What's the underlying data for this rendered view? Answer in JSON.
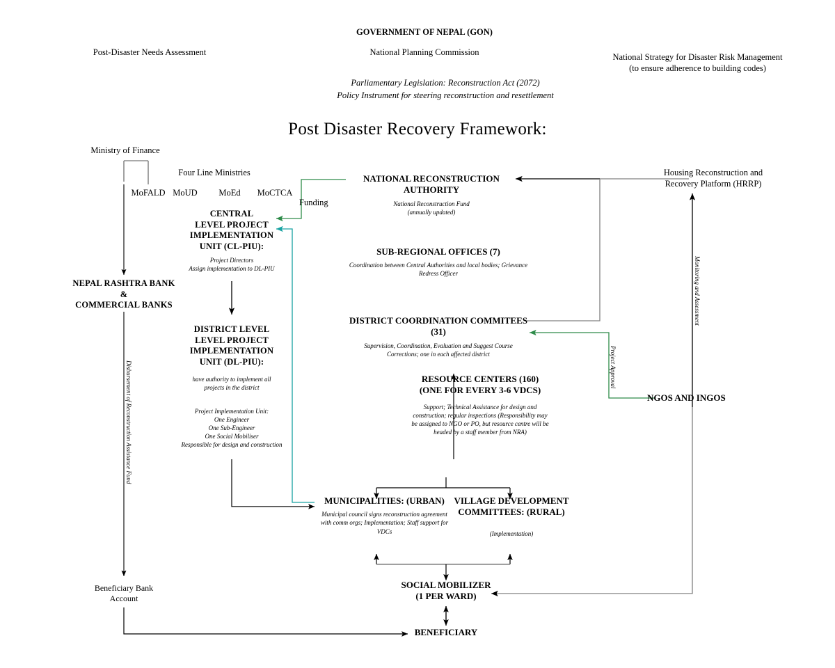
{
  "header": {
    "gon": "GOVERNMENT OF NEPAL (GON)",
    "npc": "National Planning Commission",
    "legislation_line1": "Parliamentary Legislation: Reconstruction Act (2072)",
    "legislation_line2": "Policy Instrument for steering reconstruction and resettlement",
    "pdna": "Post-Disaster Needs Assessment",
    "nsdrm_line1": "National Strategy for Disaster Risk Management",
    "nsdrm_line2": "(to ensure adherence to building codes)"
  },
  "title": "Post Disaster Recovery Framework:",
  "nodes": {
    "ministry_of_finance": {
      "label": "Ministry of Finance"
    },
    "four_line_ministries": {
      "label": "Four Line Ministries"
    },
    "ministries": [
      {
        "label": "MoFALD"
      },
      {
        "label": "MoUD"
      },
      {
        "label": "MoEd"
      },
      {
        "label": "MoCTCA"
      }
    ],
    "cl_piu": {
      "title_line1": "CENTRAL",
      "title_line2": "LEVEL PROJECT",
      "title_line3": "IMPLEMENTATION",
      "title_line4": "UNIT (CL-PIU):",
      "sub_line1": "Project Directors",
      "sub_line2": "Assign implementation to DL-PIU"
    },
    "funding": {
      "label": "Funding"
    },
    "nra": {
      "title_line1": "NATIONAL RECONSTRUCTION",
      "title_line2": "AUTHORITY",
      "sub_line1": "National Reconstruction Fund",
      "sub_line2": "(annually updated)"
    },
    "hrrp": {
      "line1": "Housing Reconstruction and",
      "line2": "Recovery Platform (HRRP)"
    },
    "sub_regional_offices": {
      "title": "SUB-REGIONAL OFFICES (7)",
      "sub_line1": "Coordination between Central Authorities and local bodies; Grievance",
      "sub_line2": "Redress Officer"
    },
    "nepal_rashtra_bank": {
      "line1": "NEPAL RASHTRA BANK",
      "line2": "&",
      "line3": "COMMERCIAL BANKS"
    },
    "dcc": {
      "title_line1": "DISTRICT COORDINATION COMMITEES",
      "title_line2": "(31)",
      "sub_line1": "Supervision, Coordination, Evaluation and Suggest Course",
      "sub_line2": "Corrections; one in each affected district"
    },
    "dl_piu": {
      "title_line1": "DISTRICT LEVEL",
      "title_line2": "LEVEL PROJECT",
      "title_line3": "IMPLEMENTATION",
      "title_line4": "UNIT (DL-PIU):",
      "sub_line1": "have authority to implement all",
      "sub_line2": "projects in the district",
      "piu_line1": "Project Implementation Unit:",
      "piu_line2": "One Engineer",
      "piu_line3": "One Sub-Engineer",
      "piu_line4": "One Social Mobiliser",
      "piu_line5": "Responsible for design and construction"
    },
    "resource_centers": {
      "title_line1": "RESOURCE CENTERS  (160)",
      "title_line2": "(ONE FOR EVERY 3-6 VDCS)",
      "sub_line1": "Support; Technical Assistance for design and",
      "sub_line2": "construction; regular inspections (Responsibility may",
      "sub_line3": "be assigned to NGO or PO, but resource centre will be",
      "sub_line4": "headed by a staff member from NRA)"
    },
    "ngos_ingos": {
      "label": "NGOS AND INGOS"
    },
    "municipalities": {
      "title": "MUNICIPALITIES: (URBAN)",
      "sub_line1": "Municipal council signs reconstruction agreement",
      "sub_line2": "with comm orgs; Implementation; Staff support for",
      "sub_line3": "VDCs"
    },
    "vdc": {
      "title_line1": "VILLAGE DEVELOPMENT",
      "title_line2": "COMMITTEES: (RURAL)",
      "sub_line1": "(Implementation)"
    },
    "beneficiary_bank_account": {
      "line1": "Beneficiary Bank",
      "line2": "Account"
    },
    "social_mobilizer": {
      "line1": "SOCIAL MOBILIZER",
      "line2": "(1 PER WARD)"
    },
    "beneficiary": {
      "label": "BENEFICIARY"
    }
  },
  "edge_labels": {
    "disbursement": "Disbursement of Reconstruction Assistance Fund",
    "monitoring": "Monitoring and Assessment",
    "project_approval": "Project Approval"
  },
  "colors": {
    "ink": "#000000",
    "grey_wire": "#808080",
    "green_wire": "#2e8b49",
    "teal_wire": "#17a2a2"
  },
  "chart_data": {
    "type": "diagram",
    "title": "Post Disaster Recovery Framework:",
    "nodes": [
      "Government of Nepal (GON)",
      "National Planning Commission",
      "Ministry of Finance",
      "Four Line Ministries (MoFALD, MoUD, MoEd, MoCTCA)",
      "Central Level Project Implementation Unit (CL-PIU)",
      "National Reconstruction Authority",
      "Housing Reconstruction and Recovery Platform (HRRP)",
      "Sub-Regional Offices (7)",
      "Nepal Rashtra Bank & Commercial Banks",
      "District Coordination Commitees (31)",
      "District Level Project Implementation Unit (DL-PIU)",
      "Resource Centers (160)",
      "NGOs and INGOs",
      "Municipalities: (Urban)",
      "Village Development Committees: (Rural)",
      "Beneficiary Bank Account",
      "Social Mobilizer (1 per ward)",
      "Beneficiary"
    ],
    "edges": [
      {
        "from": "Ministry of Finance",
        "to": "Nepal Rashtra Bank & Commercial Banks",
        "label": ""
      },
      {
        "from": "Nepal Rashtra Bank & Commercial Banks",
        "to": "Beneficiary Bank Account",
        "label": "Disbursement of Reconstruction Assistance Fund"
      },
      {
        "from": "Beneficiary Bank Account",
        "to": "Beneficiary",
        "label": ""
      },
      {
        "from": "National Reconstruction Authority",
        "to": "Central Level Project Implementation Unit (CL-PIU)",
        "label": "Funding",
        "color": "#2e8b49"
      },
      {
        "from": "Central Level Project Implementation Unit (CL-PIU)",
        "to": "District Level Project Implementation Unit (DL-PIU)",
        "label": ""
      },
      {
        "from": "Housing Reconstruction and Recovery Platform (HRRP)",
        "to": "National Reconstruction Authority",
        "label": ""
      },
      {
        "from": "National Reconstruction Authority",
        "to": "District Coordination Commitees (31)",
        "label": ""
      },
      {
        "from": "NGOs and INGOs",
        "to": "District Coordination Commitees (31)",
        "label": "Project Approval",
        "color": "#2e8b49"
      },
      {
        "from": "District Level Project Implementation Unit (DL-PIU)",
        "to": "Municipalities: (Urban)",
        "label": ""
      },
      {
        "from": "Municipalities: (Urban)",
        "to": "Social Mobilizer (1 per ward)",
        "label": ""
      },
      {
        "from": "Village Development Committees: (Rural)",
        "to": "Social Mobilizer (1 per ward)",
        "label": ""
      },
      {
        "from": "Social Mobilizer (1 per ward)",
        "to": "Beneficiary",
        "label": ""
      },
      {
        "from": "NGOs and INGOs",
        "to": "Social Mobilizer (1 per ward)",
        "label": ""
      },
      {
        "from": "NGOs and INGOs",
        "to": "Housing Reconstruction and Recovery Platform (HRRP)",
        "label": "Monitoring and Assessment"
      },
      {
        "from": "Resource Centers (160)",
        "to": "District Coordination Commitees (31)",
        "label": ""
      },
      {
        "from": "Municipalities: (Urban)",
        "to": "Central Level Project Implementation Unit (CL-PIU)",
        "label": "",
        "color": "#17a2a2"
      }
    ]
  }
}
